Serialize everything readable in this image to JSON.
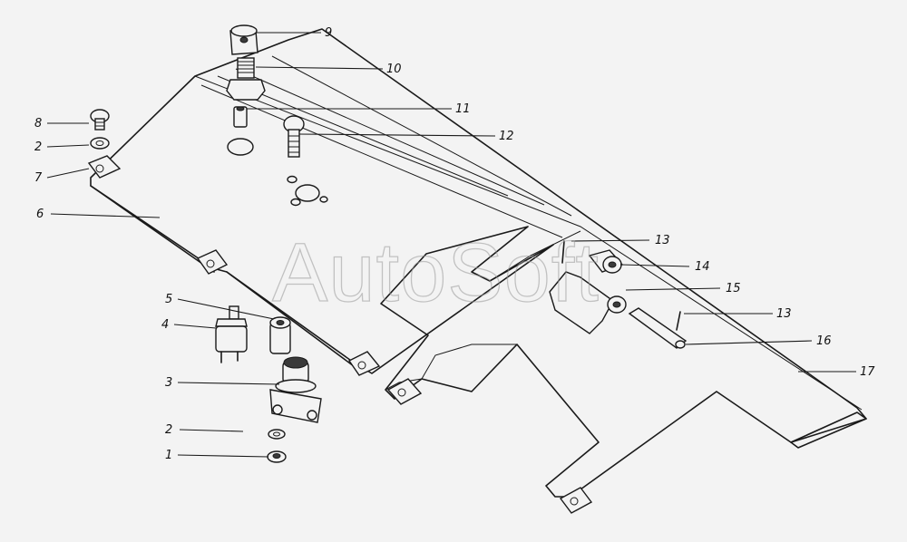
{
  "watermark": "AutoSoft",
  "callouts": [
    {
      "id": "c9",
      "label": "9"
    },
    {
      "id": "c10",
      "label": "10"
    },
    {
      "id": "c11",
      "label": "11"
    },
    {
      "id": "c12",
      "label": "12"
    },
    {
      "id": "c8",
      "label": "8"
    },
    {
      "id": "c2a",
      "label": "2"
    },
    {
      "id": "c7",
      "label": "7"
    },
    {
      "id": "c6",
      "label": "6"
    },
    {
      "id": "c13a",
      "label": "13"
    },
    {
      "id": "c14",
      "label": "14"
    },
    {
      "id": "c15",
      "label": "15"
    },
    {
      "id": "c13b",
      "label": "13"
    },
    {
      "id": "c16",
      "label": "16"
    },
    {
      "id": "c17",
      "label": "17"
    },
    {
      "id": "c5",
      "label": "5"
    },
    {
      "id": "c4",
      "label": "4"
    },
    {
      "id": "c3",
      "label": "3"
    },
    {
      "id": "c2b",
      "label": "2"
    },
    {
      "id": "c1",
      "label": "1"
    }
  ],
  "colors": {
    "ink": "#1a1a1a",
    "paper": "#f3f3f3",
    "watermark": "#9a9a9a"
  }
}
